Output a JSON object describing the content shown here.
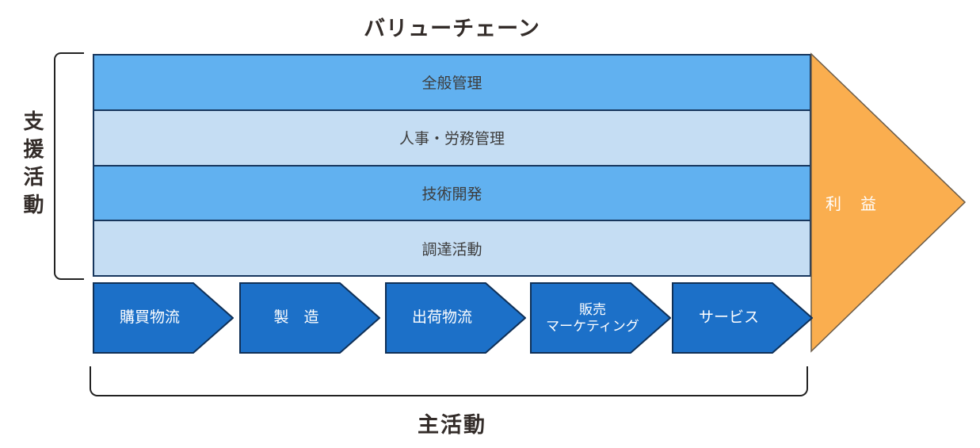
{
  "title": "バリューチェーン",
  "support": {
    "label": "支援活動",
    "rows": [
      {
        "label": "全般管理",
        "tone": "medium"
      },
      {
        "label": "人事・労務管理",
        "tone": "light"
      },
      {
        "label": "技術開発",
        "tone": "medium"
      },
      {
        "label": "調達活動",
        "tone": "light"
      }
    ]
  },
  "primary": {
    "label": "主活動",
    "steps": [
      {
        "lines": [
          "購買物流"
        ]
      },
      {
        "lines": [
          "製　造"
        ]
      },
      {
        "lines": [
          "出荷物流"
        ]
      },
      {
        "lines": [
          "販売",
          "マーケティング"
        ]
      },
      {
        "lines": [
          "サービス"
        ]
      }
    ]
  },
  "profit": {
    "label": "利　益"
  },
  "colors": {
    "bar_medium_blue": "#61B1F0",
    "bar_light_blue": "#C5DDF3",
    "bar_border": "#17365D",
    "chevron_fill": "#1C70C8",
    "chevron_border": "#0F3057",
    "profit_fill": "#FAAE4F",
    "profit_border": "#6A5B49",
    "dark_text": "#332C29",
    "white_text": "#FFFFFF"
  }
}
